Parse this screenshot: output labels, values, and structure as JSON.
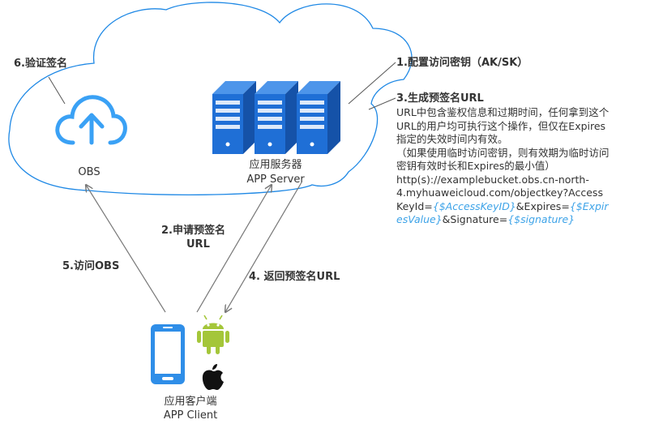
{
  "colors": {
    "cloud_stroke": "#1e88e5",
    "obs_icon": "#3aa1f5",
    "server_blue": "#1f6fd6",
    "server_blue_dark": "#1552a8",
    "arrow_gray": "#777777",
    "android_green": "#a4c639",
    "phone_blue": "#2f8ee8",
    "highlight_text": "#3da3e8"
  },
  "cloud": {
    "obs_label": "OBS",
    "step6": "6.验证签名"
  },
  "server": {
    "label_cn": "应用服务器",
    "label_en": "APP Server"
  },
  "steps": {
    "step1": "1.配置访问密钥（AK/SK）",
    "step2_line1": "2.申请预签名",
    "step2_line2": "URL",
    "step4": "4. 返回预签名URL",
    "step5": "5.访问OBS"
  },
  "note": {
    "title": "3.生成预签名URL",
    "line1": "URL中包含鉴权信息和过期时间，任何拿到这个",
    "line2": "URL的用户均可执行这个操作，但仅在Expires",
    "line3": "指定的失效时间内有效。",
    "line4": "（如果使用临时访问密钥，则有效期为临时访问",
    "line5": "密钥有效时长和Expires的最小值）",
    "url_line1": "http(s)://examplebucket.obs.cn-north-",
    "url_line2": "4.myhuaweicloud.com/objectkey?Access",
    "url_line3_a": "KeyId=",
    "url_line3_b": "{$AccessKeyID}",
    "url_line3_c": "&Expires=",
    "url_line3_d": "{$Expir",
    "url_line4_a": "esValue}",
    "url_line4_b": "&Signature=",
    "url_line4_c": "{$signature}"
  },
  "client": {
    "label_cn": "应用客户端",
    "label_en": "APP Client"
  },
  "icons": {
    "obs": "cloud-upload-icon",
    "server": "server-rack-icon",
    "phone": "smartphone-icon",
    "android": "android-icon",
    "apple": "apple-icon"
  }
}
